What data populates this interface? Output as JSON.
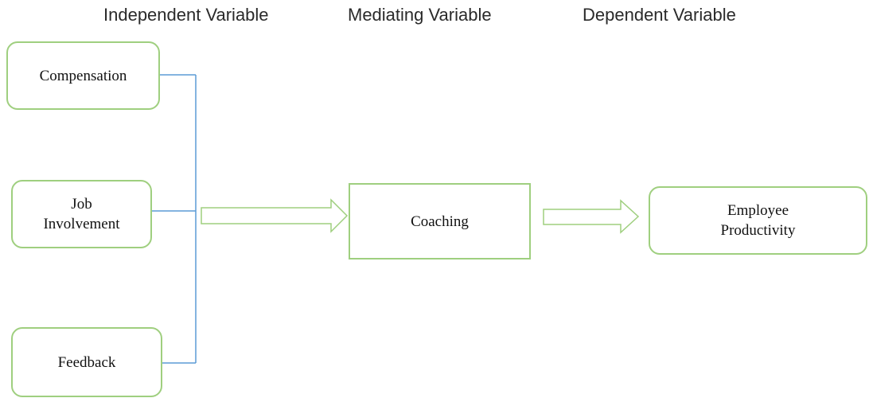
{
  "headings": {
    "independent": "Independent Variable",
    "mediating": "Mediating Variable",
    "dependent": "Dependent Variable"
  },
  "independent_variables": [
    {
      "label": "Compensation"
    },
    {
      "line1": "Job",
      "line2": "Involvement"
    },
    {
      "label": "Feedback"
    }
  ],
  "mediating_variable": {
    "label": "Coaching"
  },
  "dependent_variable": {
    "line1": "Employee",
    "line2": "Productivity"
  },
  "colors": {
    "box_border": "#9fcf7f",
    "connector_line": "#5b9bd5",
    "arrow_outline": "#9fcf7f"
  }
}
